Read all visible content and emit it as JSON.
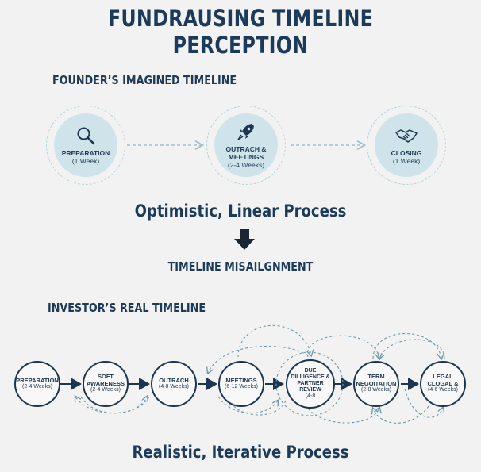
{
  "title": "FUNDRAUSING TIMELINE PERCEPTION",
  "founder": {
    "heading": "FOUNDER’S IMAGINED TIMELINE",
    "stages": [
      {
        "label": "PREPARATION",
        "duration": "(1 Week)",
        "icon": "magnifier-icon"
      },
      {
        "label": "OUTRACH & MEETINGS",
        "duration": "(2-4 Weeks)",
        "icon": "rocket-icon"
      },
      {
        "label": "CLOSING",
        "duration": "(1 Week)",
        "icon": "handshake-icon"
      }
    ],
    "caption": "Optimistic, Linear Process"
  },
  "misalignment": "TIMELINE MISAILGNMENT",
  "investor": {
    "heading": "INVESTOR’S REAL TIMELINE",
    "stages": [
      {
        "label": "PREPARATION",
        "duration": "(2-4 Weeks)"
      },
      {
        "label": "SOFT AWARENESS",
        "duration": "(2-4 Weeks)"
      },
      {
        "label": "OUTRACH",
        "duration": "(4-8 Weeks)"
      },
      {
        "label": "MEETINGS",
        "duration": "(6-12 Weeks)"
      },
      {
        "label": "DUE DILLIGENCE & PARTNER REVIEW",
        "duration": "(4-8"
      },
      {
        "label": "TERM NEGOITATION",
        "duration": "(2-8 Weeks)"
      },
      {
        "label": "LEGAL CLOGAL &",
        "duration": "(4-6 Weeks)"
      }
    ],
    "caption": "Realistic, Iterative Process"
  },
  "colors": {
    "navy": "#1c3550",
    "stage_fill": "#cfe4ea",
    "dashed": "#8fb3c4",
    "background": "#f1f2f1"
  }
}
